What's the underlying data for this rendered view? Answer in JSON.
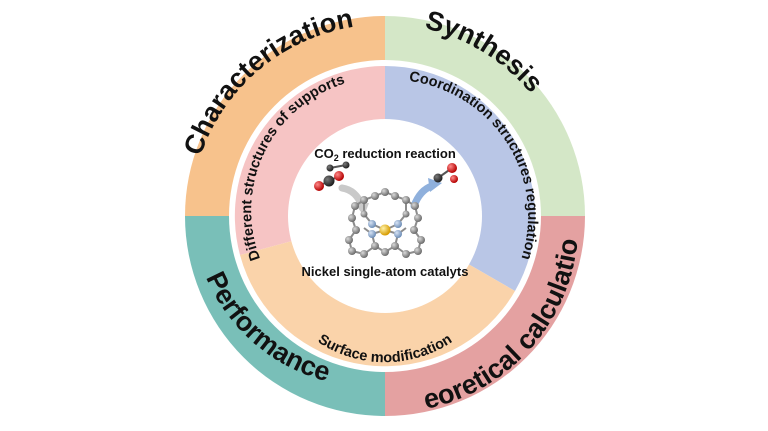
{
  "outer_ring": {
    "characterization": "Characterization",
    "synthesis": "Synthesis",
    "theoretical": "Theoretical calculations",
    "performance": "Performance"
  },
  "inner_ring": {
    "supports": "Different structures of supports",
    "coordination": "Coordination structures regulation",
    "surface": "Surface modification"
  },
  "center": {
    "reaction_prefix": "CO",
    "reaction_sub": "2",
    "reaction_suffix": " reduction reaction",
    "catalyst": "Nickel single-atom catalyts"
  },
  "colors": {
    "characterization": "#f7c28c",
    "synthesis": "#d4e7c7",
    "theoretical": "#e4a1a1",
    "performance": "#79bfb8",
    "supports": "#f6c4c4",
    "coordination": "#b9c6e6",
    "surface": "#fad3aa"
  }
}
